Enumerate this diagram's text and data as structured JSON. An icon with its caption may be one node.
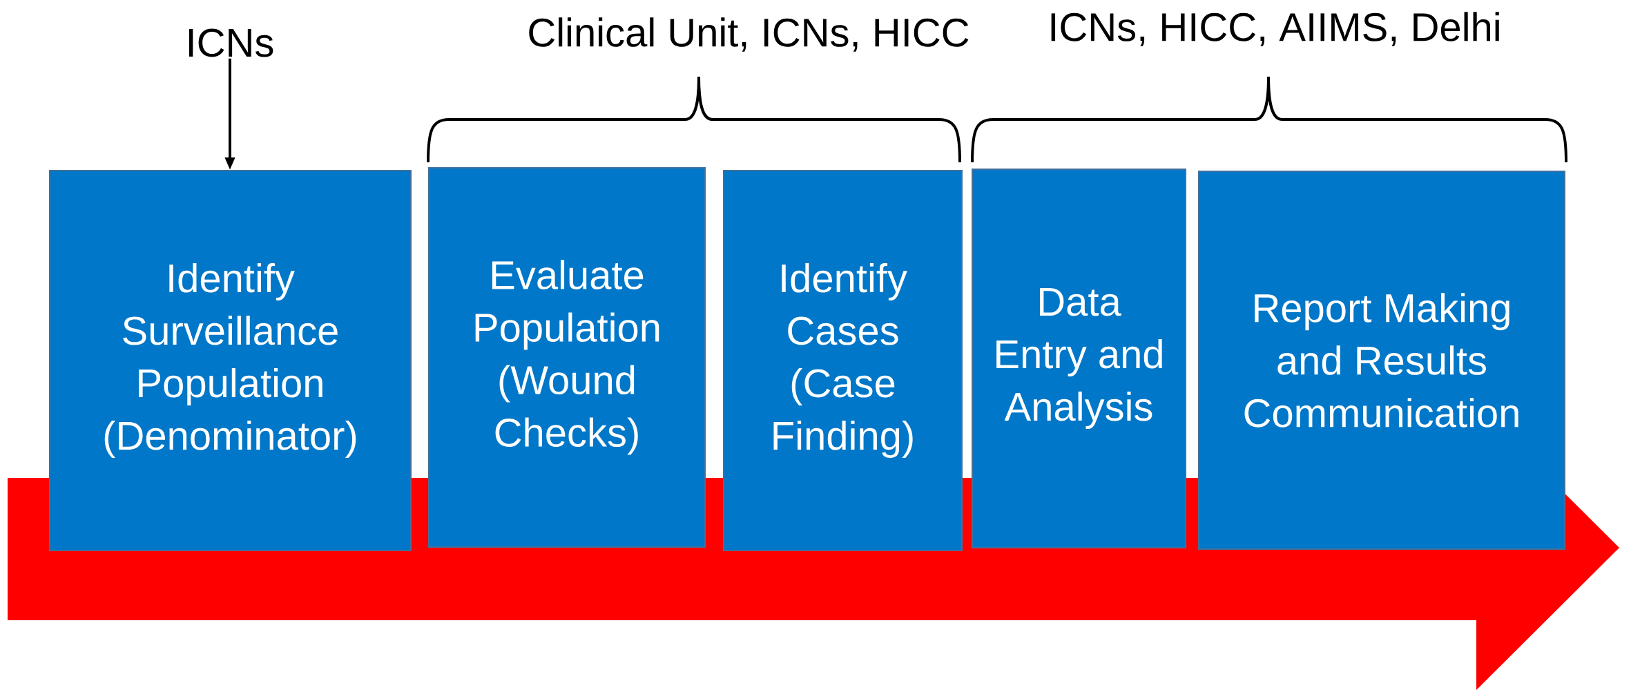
{
  "diagram": {
    "nodes": [
      {
        "text": [
          "ICNs"
        ]
      },
      {
        "text": [
          "Identify Surveillance Population (Denominator)"
        ]
      },
      {
        "text": [
          "Evaluate Population (Wound Checks)"
        ]
      },
      {
        "text": [
          "Identify Cases (Case Finding)"
        ]
      },
      {
        "text": [
          "Data Entry and Analysis"
        ]
      },
      {
        "text": [
          "Report Making and Results Communication"
        ]
      }
    ],
    "edges": [
      {
        "from": 0,
        "to": 1,
        "arrow": "to"
      }
    ],
    "labels": [
      "Clinical Unit, ICNs, HICC",
      "ICNs, HICC, AIIMS, Delhi"
    ]
  }
}
